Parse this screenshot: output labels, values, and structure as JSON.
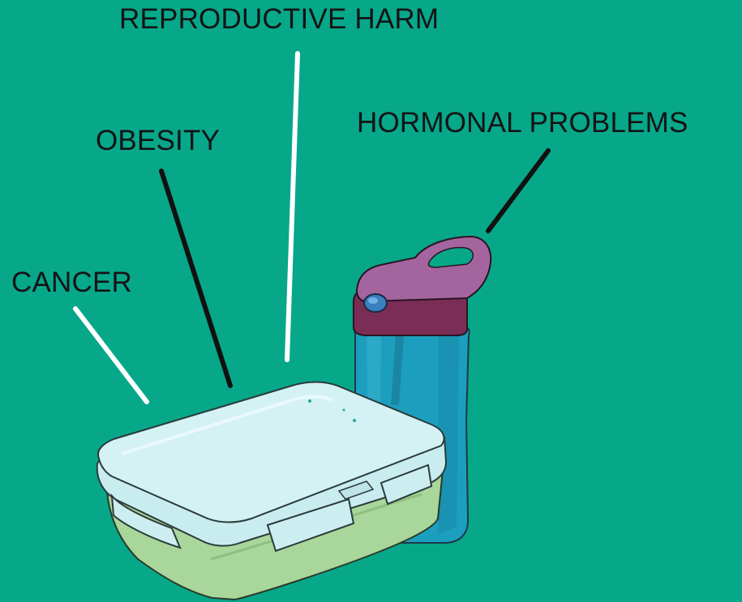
{
  "labels": {
    "reproductive_harm": "REPRODUCTIVE HARM",
    "obesity": "OBESITY",
    "hormonal_problems": "HORMONAL PROBLEMS",
    "cancer": "CANCER"
  },
  "colors": {
    "background": "#07a78a",
    "label_text": "#141414",
    "bottle_body": "#1c9fbe",
    "bottle_cap": "#7a2e56",
    "bottle_handle": "#a4659f",
    "bottle_button": "#3b7fbf",
    "container_lid": "#d4f1f4",
    "container_base": "#a9d69a",
    "white_pointer": "#ffffff",
    "black_pointer": "#111111"
  },
  "icons": [
    "water-bottle-icon",
    "food-container-icon"
  ]
}
